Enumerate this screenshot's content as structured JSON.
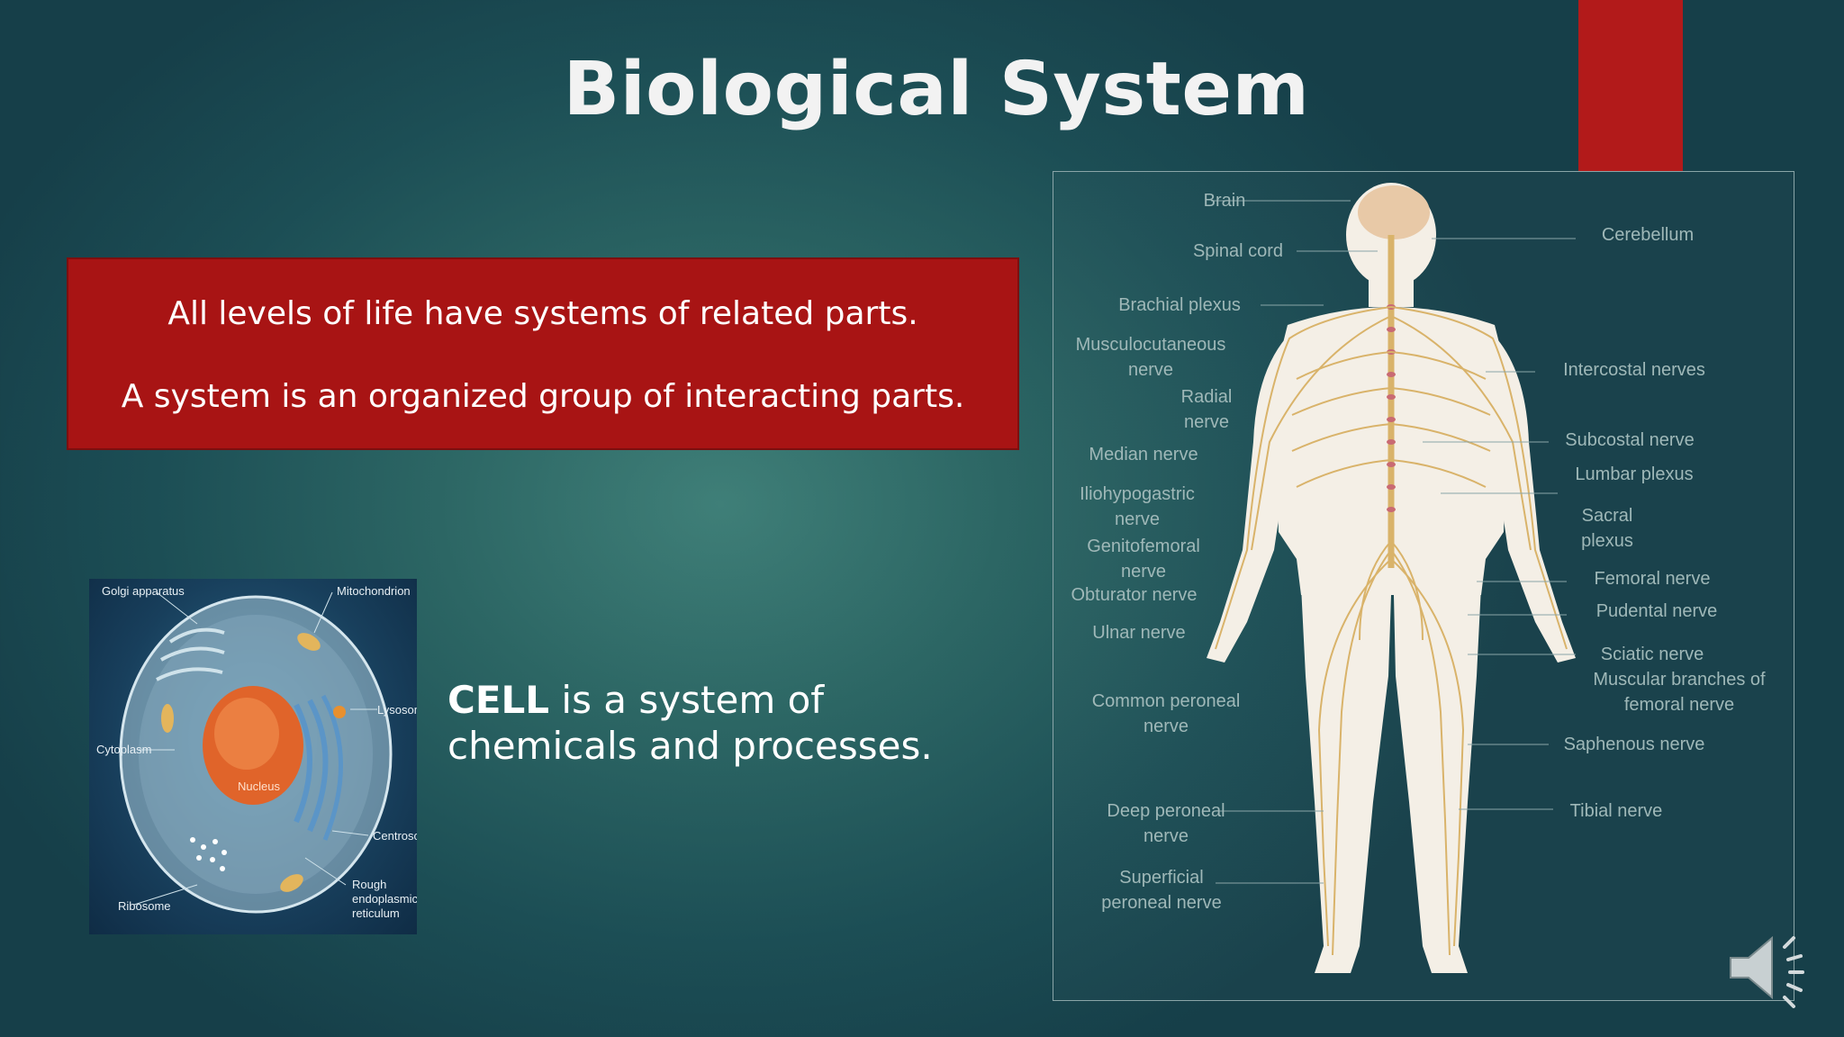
{
  "slide": {
    "title": "Biological System",
    "box": {
      "line1": "All levels of life have systems of related parts.",
      "line2": "A system is an organized group of interacting parts."
    },
    "cell_statement": {
      "bold": "CELL",
      "rest": " is a system of chemicals and processes."
    }
  },
  "cell_figure": {
    "labels": {
      "golgi": "Golgi apparatus",
      "mito": "Mitochondrion",
      "lysosome": "Lysosom",
      "cytoplasm": "Cytoplasm",
      "nucleus": "Nucleus",
      "centrosome": "Centrosom",
      "rough_er": "Rough endoplasmic reticulum",
      "ribosome": "Ribosome"
    }
  },
  "nervous_figure": {
    "left_labels": [
      "Brain",
      "Spinal cord",
      "Brachial plexus",
      "Musculocutaneous nerve",
      "Radial nerve",
      "Median nerve",
      "Iliohypogastric nerve",
      "Genitofemoral nerve",
      "Obturator nerve",
      "Ulnar nerve",
      "Common peroneal nerve",
      "Deep peroneal nerve",
      "Superficial peroneal nerve"
    ],
    "right_labels": [
      "Cerebellum",
      "Intercostal nerves",
      "Subcostal nerve",
      "Lumbar plexus",
      "Sacral plexus",
      "Femoral nerve",
      "Pudental nerve",
      "Sciatic nerve",
      "Muscular branches of femoral nerve",
      "Saphenous nerve",
      "Tibial nerve"
    ]
  },
  "colors": {
    "accent_red": "#b21a1a",
    "box_red": "#a81414",
    "nerve": "#d9b36a",
    "skin": "#f4efe6"
  },
  "icons": {
    "audio": "speaker-icon"
  }
}
